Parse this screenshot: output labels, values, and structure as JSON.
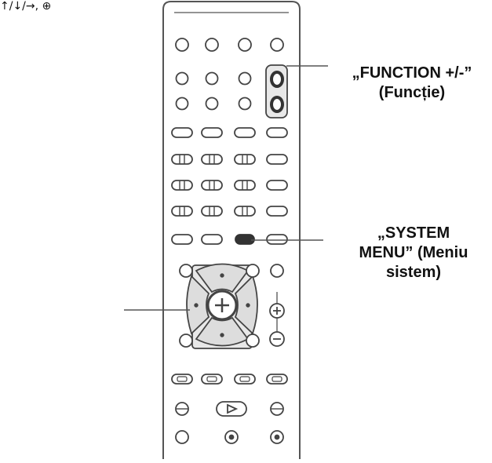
{
  "callouts": {
    "function": {
      "line1": "„FUNCTION +/-”",
      "line2": "(Funcție)"
    },
    "system_menu": {
      "line1": "„SYSTEM",
      "line2": "MENU” (Meniu",
      "line3": "sistem)"
    },
    "navigation": {
      "label": "↑/↓/→, ⊕"
    }
  },
  "colors": {
    "outline": "#444444",
    "highlight_fill": "#e8e8e8",
    "dark_button": "#333333",
    "leader": "#555555"
  }
}
